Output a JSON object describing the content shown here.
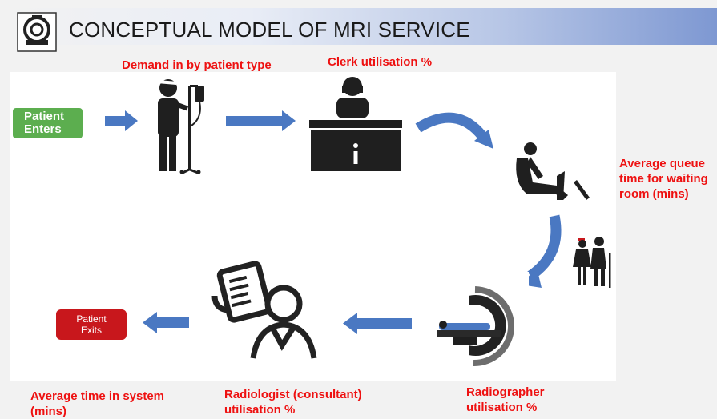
{
  "title": "CONCEPTUAL MODEL OF MRI SERVICE",
  "labels": {
    "demand": "Demand in by patient type",
    "clerk": "Clerk utilisation %",
    "queue_line1": "Average queue",
    "queue_line2": "time for waiting",
    "queue_line3": "room (mins)",
    "time_line1": "Average time in system",
    "time_line2": "(mins)",
    "radiologist_line1": "Radiologist (consultant)",
    "radiologist_line2": "utilisation %",
    "radiographer_line1": "Radiographer",
    "radiographer_line2": "utilisation %"
  },
  "boxes": {
    "enter_line1": "Patient",
    "enter_line2": "Enters",
    "exit_line1": "Patient",
    "exit_line2": "Exits"
  },
  "colors": {
    "arrow": "#4a78c2",
    "label_red": "#ee1111",
    "enter_green": "#5cae4f",
    "exit_red": "#c8171c",
    "icon_dark": "#1f1f1f"
  },
  "icons": [
    "mri-logo-icon",
    "patient-iv-icon",
    "clerk-desk-icon",
    "waiting-chair-icon",
    "nurse-elderly-icon",
    "mri-scanner-icon",
    "radiologist-icon"
  ]
}
